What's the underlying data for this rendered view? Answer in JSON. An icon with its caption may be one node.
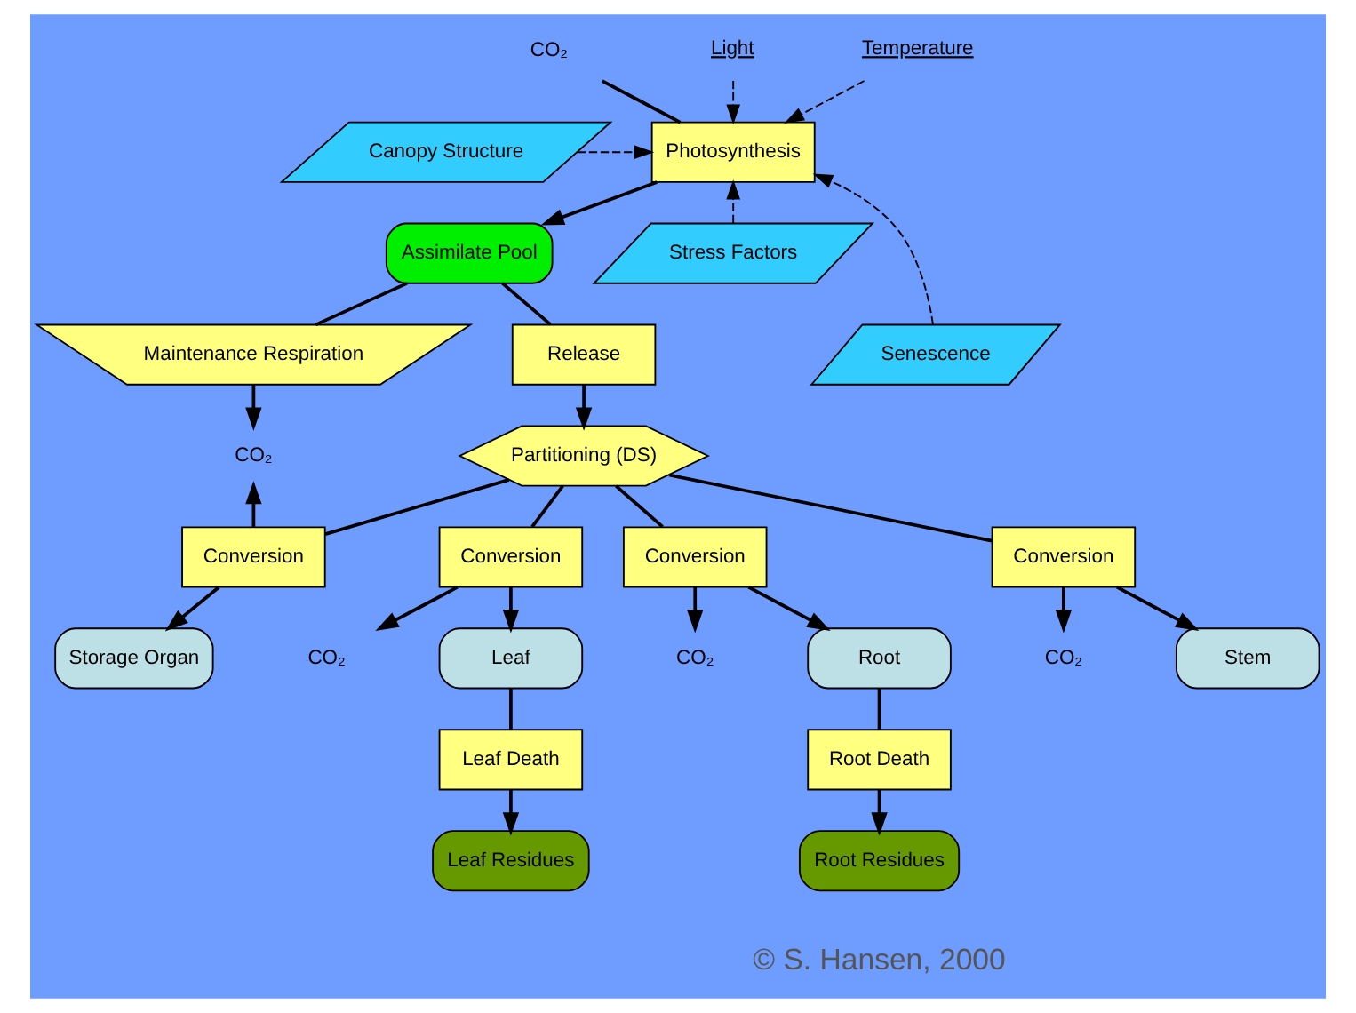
{
  "diagram": {
    "nodes": [
      {
        "text": [
          "CO₂"
        ]
      },
      {
        "text": [
          "Light"
        ]
      },
      {
        "text": [
          "Temperature"
        ]
      },
      {
        "text": [
          "Photosynthesis"
        ]
      },
      {
        "text": [
          "Canopy Structure"
        ]
      },
      {
        "text": [
          "Stress Factors"
        ]
      },
      {
        "text": [
          "Senescence"
        ]
      },
      {
        "text": [
          "Assimilate Pool"
        ]
      },
      {
        "text": [
          "Maintenance Respiration"
        ]
      },
      {
        "text": [
          "CO₂"
        ]
      },
      {
        "text": [
          "Release"
        ]
      },
      {
        "text": [
          "Partitioning (DS)"
        ]
      },
      {
        "text": [
          "Conversion"
        ]
      },
      {
        "text": [
          "CO₂"
        ]
      },
      {
        "text": [
          "Conversion"
        ]
      },
      {
        "text": [
          "CO₂"
        ]
      },
      {
        "text": [
          "Conversion"
        ]
      },
      {
        "text": [
          "CO₂"
        ]
      },
      {
        "text": [
          "Conversion"
        ]
      },
      {
        "text": [
          "Storage Organ"
        ]
      },
      {
        "text": [
          "Leaf"
        ]
      },
      {
        "text": [
          "Root"
        ]
      },
      {
        "text": [
          "Stem"
        ]
      },
      {
        "text": [
          "Leaf Death"
        ]
      },
      {
        "text": [
          "Root Death"
        ]
      },
      {
        "text": [
          "Leaf Residues"
        ]
      },
      {
        "text": [
          "Root Residues"
        ]
      }
    ],
    "edges": [
      {
        "from": 0,
        "to": 3,
        "arrow": "none"
      },
      {
        "from": 3,
        "to": 7,
        "arrow": "to"
      },
      {
        "from": 1,
        "to": 3,
        "arrow": "to",
        "style": "dashed"
      },
      {
        "from": 2,
        "to": 3,
        "arrow": "to",
        "style": "dashed"
      },
      {
        "from": 4,
        "to": 3,
        "arrow": "to",
        "style": "dashed"
      },
      {
        "from": 5,
        "to": 3,
        "arrow": "to",
        "style": "dashed"
      },
      {
        "from": 6,
        "to": 3,
        "arrow": "to",
        "style": "dashed"
      },
      {
        "from": 7,
        "to": 8,
        "arrow": "none"
      },
      {
        "from": 8,
        "to": 9,
        "arrow": "to"
      },
      {
        "from": 7,
        "to": 10,
        "arrow": "none"
      },
      {
        "from": 10,
        "to": 11,
        "arrow": "to"
      },
      {
        "from": 11,
        "to": 12,
        "arrow": "none"
      },
      {
        "from": 12,
        "to": 19,
        "arrow": "to"
      },
      {
        "from": 12,
        "to": 9,
        "arrow": "to"
      },
      {
        "from": 11,
        "to": 14,
        "arrow": "none"
      },
      {
        "from": 14,
        "to": 20,
        "arrow": "to"
      },
      {
        "from": 14,
        "to": 13,
        "arrow": "to"
      },
      {
        "from": 11,
        "to": 16,
        "arrow": "none"
      },
      {
        "from": 16,
        "to": 21,
        "arrow": "to"
      },
      {
        "from": 16,
        "to": 15,
        "arrow": "to"
      },
      {
        "from": 11,
        "to": 18,
        "arrow": "none"
      },
      {
        "from": 18,
        "to": 22,
        "arrow": "to"
      },
      {
        "from": 18,
        "to": 17,
        "arrow": "to"
      },
      {
        "from": 20,
        "to": 23,
        "arrow": "none"
      },
      {
        "from": 23,
        "to": 25,
        "arrow": "to"
      },
      {
        "from": 21,
        "to": 24,
        "arrow": "none"
      },
      {
        "from": 24,
        "to": 26,
        "arrow": "to"
      }
    ],
    "labels": [
      "© S. Hansen, 2000"
    ]
  }
}
